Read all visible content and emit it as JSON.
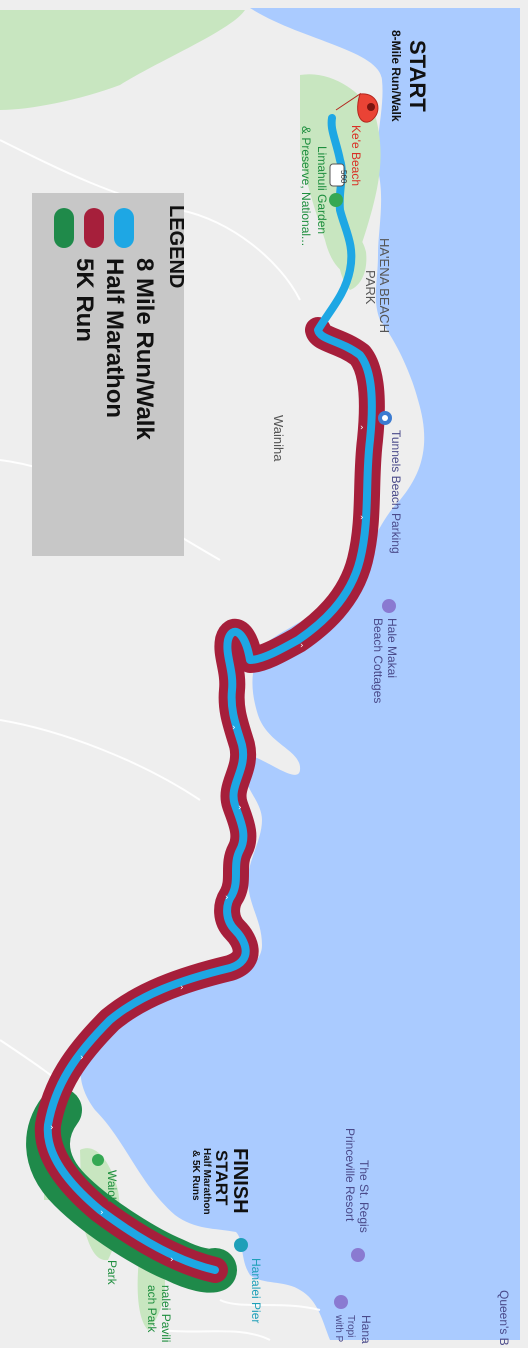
{
  "map": {
    "orientation": "rotated-90",
    "colors": {
      "ocean": "#aacbff",
      "land": "#eeeeee",
      "park": "#c8e6c0",
      "half_marathon": "#a61f3b",
      "eight_mile": "#1ea7e4",
      "five_k": "#1f8a4a",
      "legend_bg": "#c4c4c4",
      "start_pin": "#ea4335"
    },
    "start": {
      "title": "START",
      "subtitle": "8-Mile Run/Walk"
    },
    "finish": {
      "title": "FINISH",
      "start_title": "START",
      "start_subtitle_1": "Half Marathon",
      "start_subtitle_2": "& 5K Runs"
    },
    "legend": {
      "title": "LEGEND",
      "items": [
        {
          "label": "8 Mile Run/Walk",
          "color": "#1ea7e4"
        },
        {
          "label": "Half Marathon",
          "color": "#a61f3b"
        },
        {
          "label": "5K Run",
          "color": "#1f8a4a"
        }
      ]
    },
    "places": {
      "kee_beach": "Ke'e Beach",
      "limahuli_1": "Limahuli Garden",
      "limahuli_2": "& Preserve, National...",
      "haena_1": "HA'ENA BEACH",
      "haena_2": "PARK",
      "wainiha": "Wainiha",
      "tunnels": "Tunnels Beach Parking",
      "hale_makai_1": "Hale Makai",
      "hale_makai_2": "Beach Cottages",
      "st_regis_1": "The St. Regis",
      "st_regis_2": "Princeville Resort",
      "queens": "Queen's B",
      "hanalei_pier": "Hanalei Pier",
      "hanalei_pav_1": "nalei Pavili",
      "hanalei_pav_2": "ach Park",
      "waioli_1": "Waioli",
      "waioli_2": "Park",
      "hanalei_trop_1": "Hana",
      "hanalei_trop_2": "Tropi",
      "hanalei_trop_3": "with P",
      "road_num": "560"
    }
  }
}
